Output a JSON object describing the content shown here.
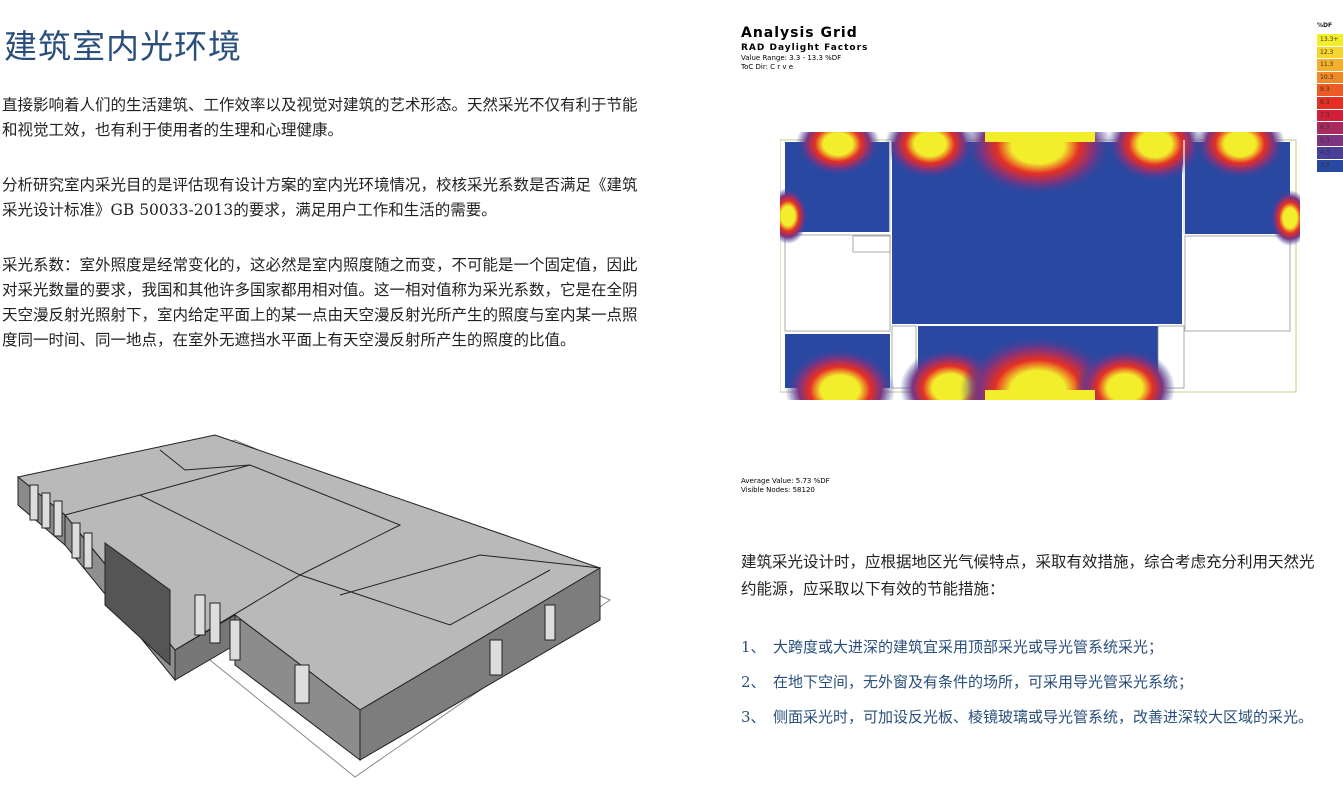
{
  "left": {
    "title": "建筑室内光环境",
    "para1": "直接影响着人们的生活建筑、工作效率以及视觉对建筑的艺术形态。天然采光不仅有利于节能和视觉工效，也有利于使用者的生理和心理健康。",
    "para2": "分析研究室内采光目的是评估现有设计方案的室内光环境情况，校核采光系数是否满足《建筑采光设计标准》GB 50033-2013的要求，满足用户工作和生活的需要。",
    "para3": "采光系数：室外照度是经常变化的，这必然是室内照度随之而变，不可能是一个固定值，因此对采光数量的要求，我国和其他许多国家都用相对值。这一相对值称为采光系数，它是在全阴天空漫反射光照射下，室内给定平面上的某一点由天空漫反射光所产生的照度与室内某一点照度同一时间、同一地点，在室外无遮挡水平面上有天空漫反射所产生的照度的比值。"
  },
  "analysis": {
    "title": "Analysis Grid",
    "subtitle": "RAD Daylight Factors",
    "value_range": "Value Range: 3.3 - 13.3 %DF",
    "extra": "ToC Dir: C r v e",
    "legend_unit": "%DF",
    "legend": [
      {
        "label": "13.3+",
        "color": "#f2ee2b"
      },
      {
        "label": "12.3",
        "color": "#f6d52c"
      },
      {
        "label": "11.3",
        "color": "#f4b02a"
      },
      {
        "label": "10.3",
        "color": "#f08a28"
      },
      {
        "label": "9.3",
        "color": "#ec5a26"
      },
      {
        "label": "8.3",
        "color": "#e52f24"
      },
      {
        "label": "7.3",
        "color": "#d21f3a"
      },
      {
        "label": "6.3",
        "color": "#a82a5e"
      },
      {
        "label": "5.3",
        "color": "#7c3480"
      },
      {
        "label": "4.3",
        "color": "#4a3f96"
      },
      {
        "label": "3.3",
        "color": "#2948a2"
      }
    ],
    "average": "Average Value: 5.73 %DF",
    "nodes": "Visible Nodes: 58120"
  },
  "right": {
    "para4_line1": "建筑采光设计时，应根据地区光气候特点，采取有效措施，综合考虑充分利用天然光",
    "para4_line2": "约能源，应采取以下有效的节能措施：",
    "items": [
      {
        "num": "1、",
        "text": "大跨度或大进深的建筑宜采用顶部采光或导光管系统采光；"
      },
      {
        "num": "2、",
        "text": "在地下空间，无外窗及有条件的场所，可采用导光管采光系统；"
      },
      {
        "num": "3、",
        "text": "侧面采光时，可加设反光板、棱镜玻璃或导光管系统，改善进深较大区域的采光。"
      }
    ]
  },
  "colors": {
    "accent": "#2a4f7c",
    "low": "#2948a2",
    "high": "#f2ee2b"
  }
}
